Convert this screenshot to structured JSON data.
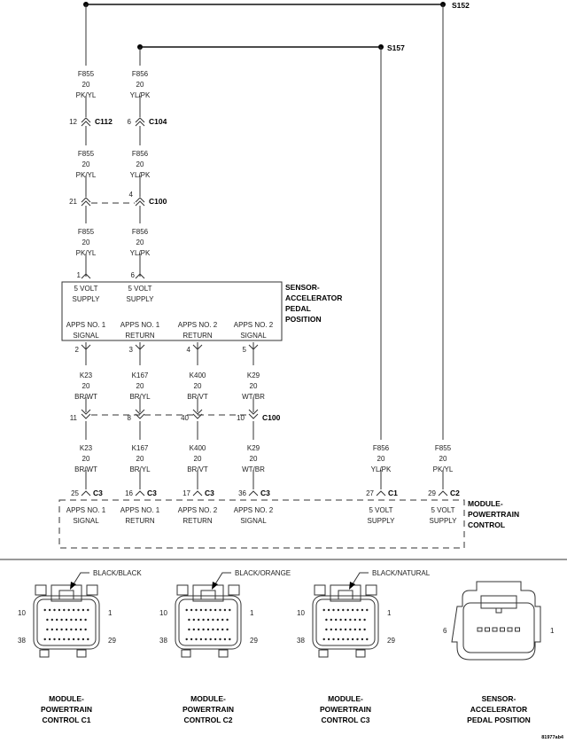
{
  "splices": {
    "s152": "S152",
    "s157": "S157"
  },
  "wire_labels": [
    {
      "circuit": "F855",
      "gauge": "20",
      "color": "PK/YL"
    },
    {
      "circuit": "F856",
      "gauge": "20",
      "color": "YL/PK"
    },
    {
      "circuit": "F855",
      "gauge": "20",
      "color": "PK/YL"
    },
    {
      "circuit": "F856",
      "gauge": "20",
      "color": "YL/PK"
    },
    {
      "circuit": "F855",
      "gauge": "20",
      "color": "PK/YL"
    },
    {
      "circuit": "F856",
      "gauge": "20",
      "color": "YL/PK"
    },
    {
      "circuit": "K23",
      "gauge": "20",
      "color": "BR/WT"
    },
    {
      "circuit": "K167",
      "gauge": "20",
      "color": "BR/YL"
    },
    {
      "circuit": "K400",
      "gauge": "20",
      "color": "BR/VT"
    },
    {
      "circuit": "K29",
      "gauge": "20",
      "color": "WT/BR"
    },
    {
      "circuit": "K23",
      "gauge": "20",
      "color": "BR/WT"
    },
    {
      "circuit": "K167",
      "gauge": "20",
      "color": "BR/YL"
    },
    {
      "circuit": "K400",
      "gauge": "20",
      "color": "BR/VT"
    },
    {
      "circuit": "K29",
      "gauge": "20",
      "color": "WT/BR"
    },
    {
      "circuit": "F856",
      "gauge": "20",
      "color": "YL/PK"
    },
    {
      "circuit": "F855",
      "gauge": "20",
      "color": "PK/YL"
    }
  ],
  "inline_connectors": [
    {
      "name": "C112",
      "pins": [
        "12"
      ]
    },
    {
      "name": "C104",
      "pins": [
        "6"
      ]
    },
    {
      "name": "C100",
      "pins": [
        "21",
        "4"
      ]
    },
    {
      "name": "C100",
      "pins": [
        "11",
        "8",
        "40",
        "10"
      ]
    }
  ],
  "sensor": {
    "label": [
      "SENSOR-",
      "ACCELERATOR",
      "PEDAL",
      "POSITION"
    ],
    "pins": [
      "1",
      "6",
      "2",
      "3",
      "4",
      "5"
    ],
    "functions": [
      [
        "5 VOLT",
        "SUPPLY"
      ],
      [
        "5 VOLT",
        "SUPPLY"
      ],
      [
        "APPS NO. 1",
        "SIGNAL"
      ],
      [
        "APPS NO. 1",
        "RETURN"
      ],
      [
        "APPS NO. 2",
        "RETURN"
      ],
      [
        "APPS NO. 2",
        "SIGNAL"
      ]
    ]
  },
  "pcm": {
    "label": [
      "MODULE-",
      "POWERTRAIN",
      "CONTROL"
    ],
    "pins": [
      {
        "pin": "25",
        "connector": "C3",
        "line1": "APPS NO. 1",
        "line2": "SIGNAL"
      },
      {
        "pin": "16",
        "connector": "C3",
        "line1": "APPS NO. 1",
        "line2": "RETURN"
      },
      {
        "pin": "17",
        "connector": "C3",
        "line1": "APPS NO. 2",
        "line2": "RETURN"
      },
      {
        "pin": "36",
        "connector": "C3",
        "line1": "APPS NO. 2",
        "line2": "SIGNAL"
      },
      {
        "pin": "27",
        "connector": "C1",
        "line1": "5 VOLT",
        "line2": "SUPPLY"
      },
      {
        "pin": "29",
        "connector": "C2",
        "line1": "5 VOLT",
        "line2": "SUPPLY"
      }
    ]
  },
  "connector_views": [
    {
      "color": "BLACK/BLACK",
      "pins": [
        "10",
        "1",
        "38",
        "29"
      ],
      "title": [
        "MODULE-",
        "POWERTRAIN",
        "CONTROL C1"
      ]
    },
    {
      "color": "BLACK/ORANGE",
      "pins": [
        "10",
        "1",
        "38",
        "29"
      ],
      "title": [
        "MODULE-",
        "POWERTRAIN",
        "CONTROL C2"
      ]
    },
    {
      "color": "BLACK/NATURAL",
      "pins": [
        "10",
        "1",
        "38",
        "29"
      ],
      "title": [
        "MODULE-",
        "POWERTRAIN",
        "CONTROL C3"
      ]
    },
    {
      "pins": [
        "6",
        "1"
      ],
      "title": [
        "SENSOR-",
        "ACCELERATOR",
        "PEDAL POSITION"
      ]
    }
  ],
  "figure_id": "81977ab4"
}
